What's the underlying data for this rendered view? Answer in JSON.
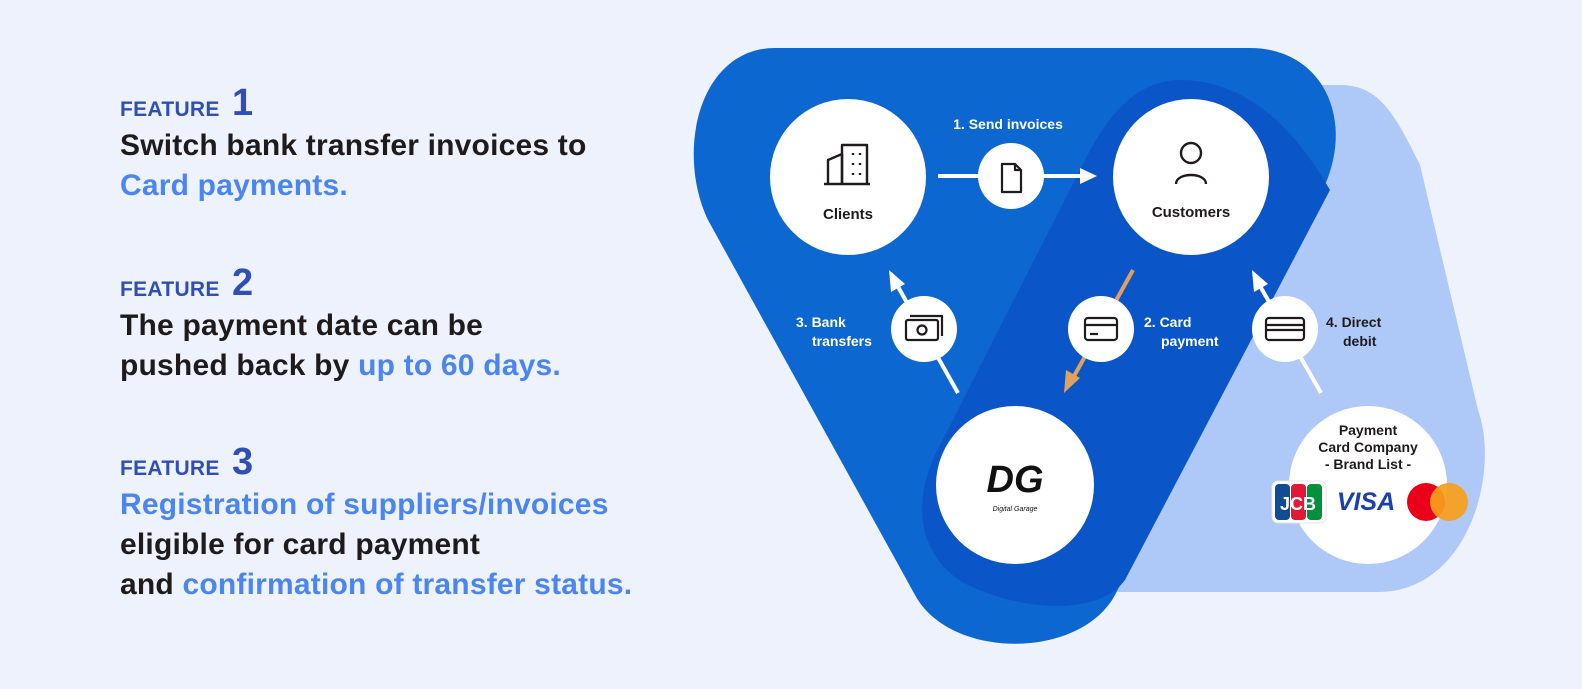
{
  "features": [
    {
      "label": "FEATURE",
      "number": "1",
      "lines": [
        [
          {
            "text": "Switch bank transfer invoices to",
            "hl": false
          }
        ],
        [
          {
            "text": "Card payments.",
            "hl": true
          }
        ]
      ]
    },
    {
      "label": "FEATURE",
      "number": "2",
      "lines": [
        [
          {
            "text": "The payment date can be",
            "hl": false
          }
        ],
        [
          {
            "text": "pushed back by ",
            "hl": false
          },
          {
            "text": "up to 60 days.",
            "hl": true
          }
        ]
      ]
    },
    {
      "label": "FEATURE",
      "number": "3",
      "lines": [
        [
          {
            "text": "Registration of suppliers/invoices",
            "hl": true
          }
        ],
        [
          {
            "text": "eligible for card payment",
            "hl": false
          }
        ],
        [
          {
            "text": "and ",
            "hl": false
          },
          {
            "text": "confirmation of transfer status.",
            "hl": true
          }
        ]
      ]
    }
  ],
  "diagram": {
    "nodes": {
      "clients": "Clients",
      "customers": "Customers",
      "digital_garage_logo": "DG",
      "digital_garage_caption": "Digital Garage",
      "payment_card_company": [
        "Payment",
        "Card Company",
        "- Brand List -"
      ]
    },
    "flows": {
      "send_invoices": "1. Send invoices",
      "card_payment": [
        "2. Card",
        "payment"
      ],
      "bank_transfers": [
        "3. Bank",
        "transfers"
      ],
      "direct_debit": [
        "4. Direct",
        "debit"
      ]
    },
    "brands": {
      "jcb": "JCB",
      "visa": "VISA",
      "mastercard": "mastercard"
    },
    "icons": {
      "clients": "building-icon",
      "customers": "person-icon",
      "send_invoices": "document-icon",
      "card_payment": "credit-card-icon",
      "bank_transfers": "banknote-icon",
      "direct_debit": "credit-card-icon"
    },
    "colors": {
      "background": "#eef2fd",
      "outer_shape": "#0d67d0",
      "inner_shape": "#0a56c8",
      "light_shape": "#aec8f7",
      "highlight_text": "#4a85f0",
      "feature_label": "#2f4fb6",
      "card_payment_arrow": "#e0a060",
      "jcb_blue": "#0e4c96",
      "jcb_red": "#e21836",
      "jcb_green": "#00913a",
      "visa_blue": "#1a3fb0",
      "mc_red": "#eb001b",
      "mc_orange": "#f79e1b"
    }
  }
}
